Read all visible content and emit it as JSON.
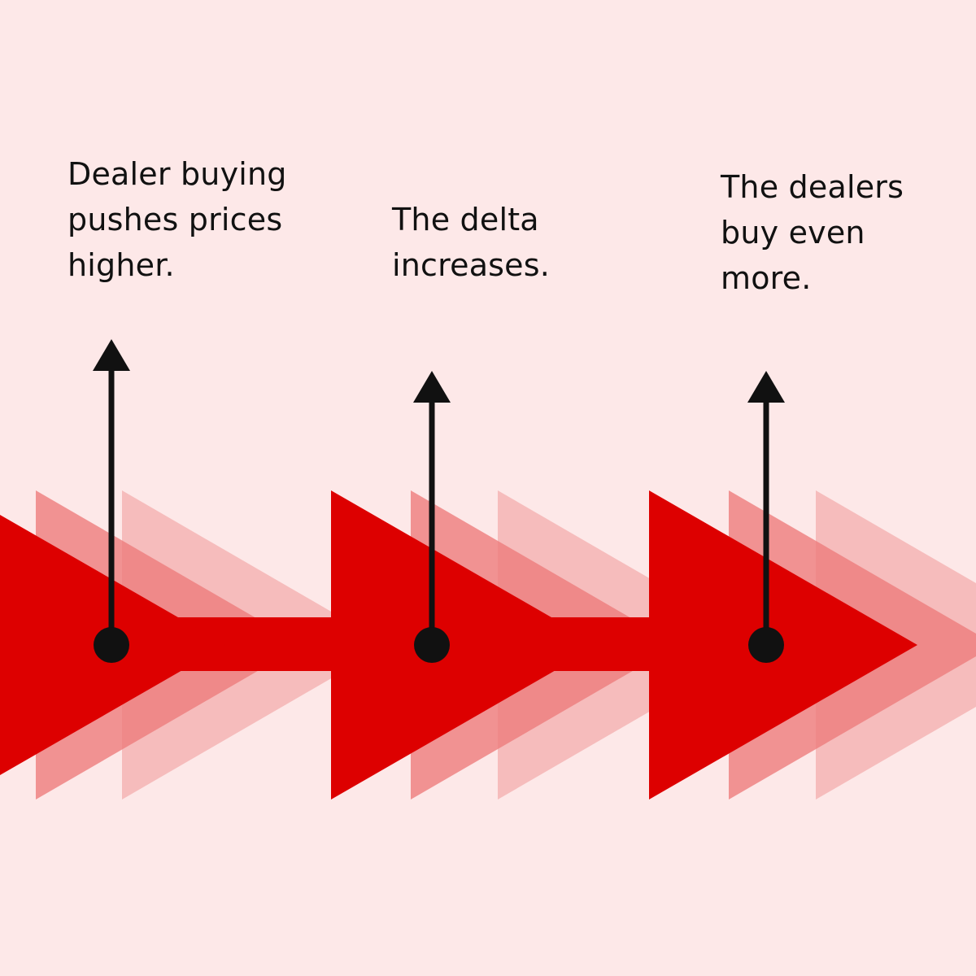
{
  "steps": [
    {
      "lines": [
        "Dealer buying",
        "pushes prices",
        "higher."
      ]
    },
    {
      "lines": [
        "The delta",
        "increases."
      ]
    },
    {
      "lines": [
        "The dealers",
        "buy even",
        "more."
      ]
    }
  ],
  "colors": {
    "background": "#fde8e8",
    "primary_red": "#dd0000",
    "mid_red": "#ee7c7c",
    "light_red": "#f5b4b4",
    "ink": "#111111"
  },
  "icons": [
    "up-arrow-icon",
    "dot-icon",
    "chevron-arrow-icon"
  ]
}
